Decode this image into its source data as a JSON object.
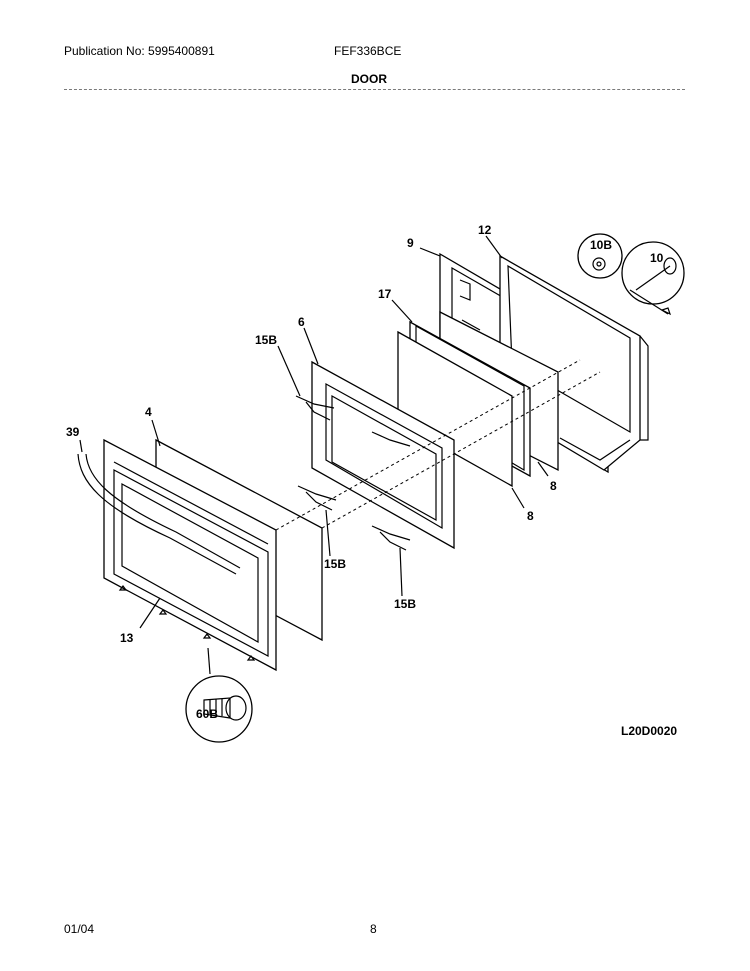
{
  "header": {
    "publication": "Publication No: 5995400891",
    "model": "FEF336BCE",
    "section_title": "DOOR"
  },
  "diagram": {
    "reference_code": "L20D0020",
    "part_labels": {
      "p39": "39",
      "p4": "4",
      "p13": "13",
      "p60B": "60B",
      "p15B_a": "15B",
      "p15B_b": "15B",
      "p15B_c": "15B",
      "p6": "6",
      "p17": "17",
      "p9": "9",
      "p12": "12",
      "p10B": "10B",
      "p10": "10",
      "p8_a": "8",
      "p8_b": "8"
    }
  },
  "footer": {
    "date": "01/04",
    "page_number": "8"
  }
}
